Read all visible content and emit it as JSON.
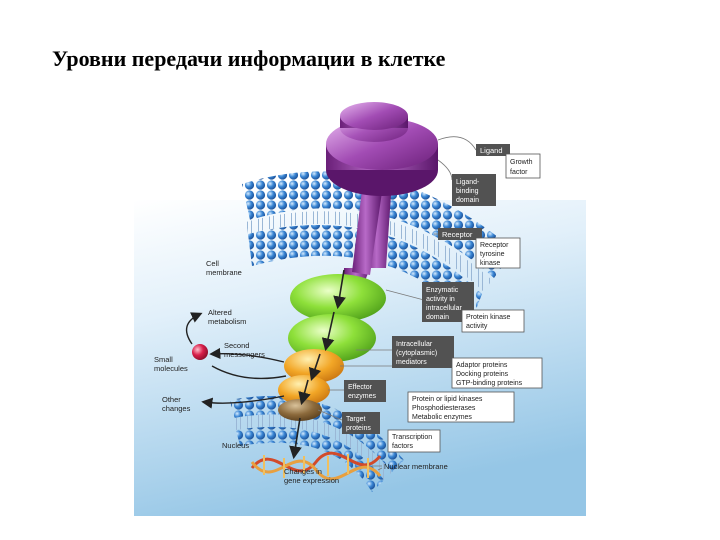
{
  "slide": {
    "title": "Уровни передачи информации в клетке"
  },
  "diagram": {
    "labels": {
      "ligand": "Ligand",
      "growth_factor_1": "Growth",
      "growth_factor_2": "factor",
      "lbd_1": "Ligand-",
      "lbd_2": "binding",
      "lbd_3": "domain",
      "receptor": "Receptor",
      "rtk_1": "Receptor",
      "rtk_2": "tyrosine",
      "rtk_3": "kinase",
      "cell_membrane_1": "Cell",
      "cell_membrane_2": "membrane",
      "enz_1": "Enzymatic",
      "enz_2": "activity in",
      "enz_3": "intracellular",
      "enz_4": "domain",
      "pk_1": "Protein kinase",
      "pk_2": "activity",
      "altered_1": "Altered",
      "altered_2": "metabolism",
      "second_1": "Second",
      "second_2": "messengers",
      "small_1": "Small",
      "small_2": "molecules",
      "mediators_1": "Intracellular",
      "mediators_2": "(cytoplasmic)",
      "mediators_3": "mediators",
      "adaptor_1": "Adaptor proteins",
      "adaptor_2": "Docking proteins",
      "adaptor_3": "GTP-binding proteins",
      "other_1": "Other",
      "other_2": "changes",
      "effector_1": "Effector",
      "effector_2": "enzymes",
      "plk_1": "Protein or lipid kinases",
      "plk_2": "Phosphodiesterases",
      "plk_3": "Metabolic enzymes",
      "target_1": "Target",
      "target_2": "proteins",
      "tf_1": "Transcription",
      "tf_2": "factors",
      "nucleus": "Nucleus",
      "genexp_1": "Changes in",
      "genexp_2": "gene expression",
      "nuclear_membrane": "Nuclear membrane"
    },
    "colors": {
      "background_top": "#ffffff",
      "background_bottom": "#9ccbe8",
      "ligand": "#8a2b94",
      "membrane_bead": "#3a86d4",
      "domain_green": "#8ee03a",
      "mediator_orange": "#f2a626",
      "target_brown": "#8c6a3c",
      "small_molecule": "#d81e4a",
      "dark_box": "#525252",
      "white_box": "#ffffff"
    }
  }
}
